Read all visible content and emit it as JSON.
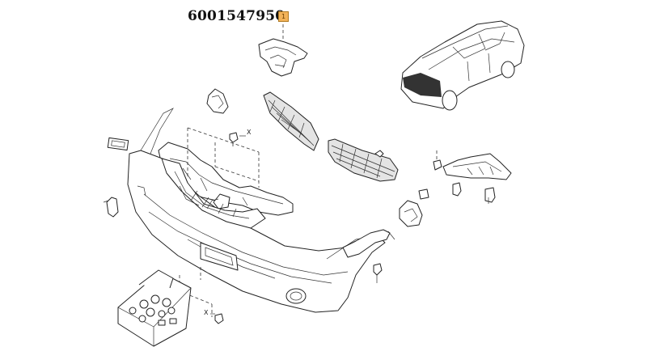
{
  "diagram": {
    "part_number": "6001547950",
    "callout_label": "1",
    "dimension_marks": [
      "X",
      "X"
    ]
  }
}
